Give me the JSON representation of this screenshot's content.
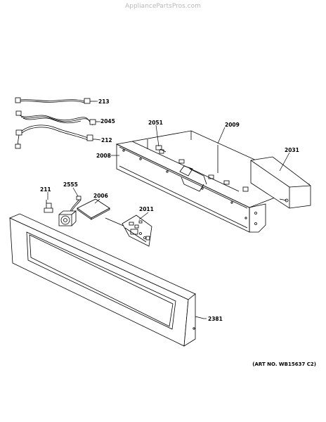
{
  "watermark": "AppliancePartsPros.com",
  "art_number": "(ART NO. WB15637 C2)",
  "parts": {
    "p213": "213",
    "p2045": "2045",
    "p212": "212",
    "p2051": "2051",
    "p2009": "2009",
    "p2008": "2008",
    "p2031": "2031",
    "p211": "211",
    "p2555": "2555",
    "p2006": "2006",
    "p2011": "2011",
    "p2381": "2381"
  }
}
